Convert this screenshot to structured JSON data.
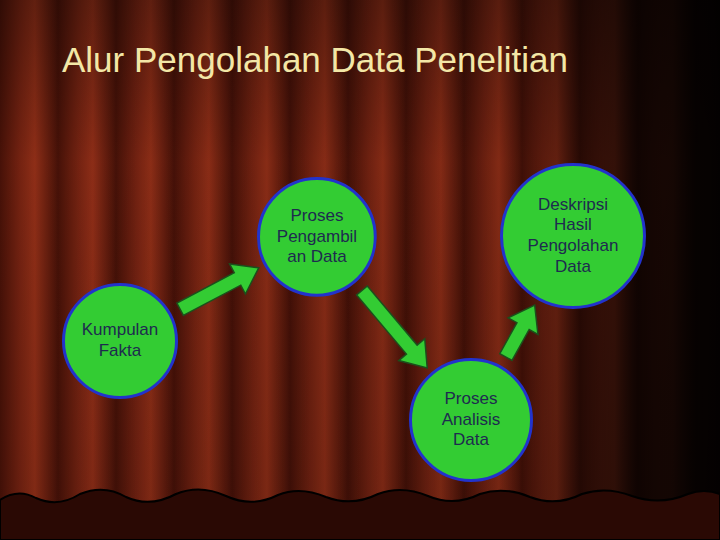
{
  "diagram": {
    "title": "Alur Pengolahan Data Penelitian",
    "nodes": [
      {
        "text": [
          "Kumpulan Fakta"
        ]
      },
      {
        "text": [
          "Proses Pengambil an Data"
        ]
      },
      {
        "text": [
          "Proses Analisis Data"
        ]
      },
      {
        "text": [
          "Deskripsi Hasil Pengolahan Data"
        ]
      }
    ],
    "edges": [
      {
        "from": 0,
        "to": 1,
        "arrow": "to"
      },
      {
        "from": 1,
        "to": 2,
        "arrow": "to"
      },
      {
        "from": 2,
        "to": 3,
        "arrow": "to"
      }
    ]
  }
}
